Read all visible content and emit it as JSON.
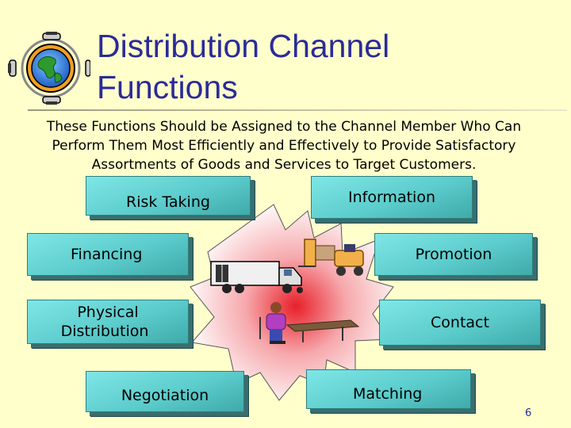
{
  "slide": {
    "title_lines": [
      "Distribution Channel",
      "Functions"
    ],
    "subtitle_lines": [
      "These Functions Should be Assigned to the Channel Member Who Can",
      "Perform Them Most Efficiently and Effectively to Provide Satisfactory",
      "Assortments of Goods and Services to Target Customers."
    ],
    "page_number": "6"
  },
  "functions": {
    "risk_taking": "Risk Taking",
    "information": "Information",
    "financing": "Financing",
    "promotion": "Promotion",
    "physical_distribution_lines": [
      "Physical",
      "Distribution"
    ],
    "contact": "Contact",
    "negotiation": "Negotiation",
    "matching": "Matching"
  },
  "icons": [
    "globe-icon",
    "truck-icon",
    "forklift-icon",
    "worker-at-conveyor-icon"
  ],
  "colors": {
    "background": "#FFFFCC",
    "title": "#2B2B99",
    "box_fill": "#66D6D6",
    "burst_center": "#E8202A"
  }
}
